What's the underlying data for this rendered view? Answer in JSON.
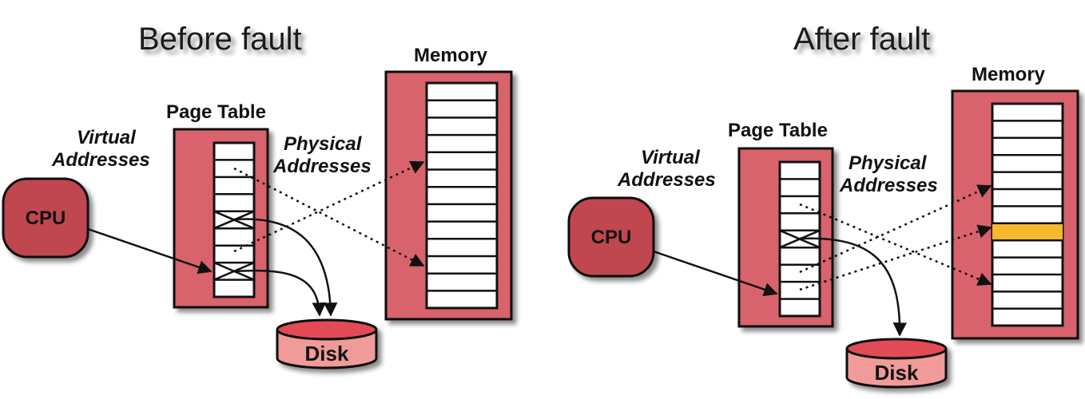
{
  "left_panel": {
    "title": "Before fault",
    "memory_label": "Memory",
    "page_table_label": "Page Table",
    "virtual_label_1": "Virtual",
    "virtual_label_2": "Addresses",
    "physical_label_1": "Physical",
    "physical_label_2": "Addresses",
    "cpu_label": "CPU",
    "disk_label": "Disk"
  },
  "right_panel": {
    "title": "After fault",
    "memory_label": "Memory",
    "page_table_label": "Page Table",
    "virtual_label_1": "Virtual",
    "virtual_label_2": "Addresses",
    "physical_label_1": "Physical",
    "physical_label_2": "Addresses",
    "cpu_label": "CPU",
    "disk_label": "Disk"
  },
  "colors": {
    "box_fill": "#d9646c",
    "cpu_fill": "#c0474f",
    "disk_fill": "#f09a9a",
    "highlight_frame": "#f5b82e",
    "outline": "#111111"
  }
}
